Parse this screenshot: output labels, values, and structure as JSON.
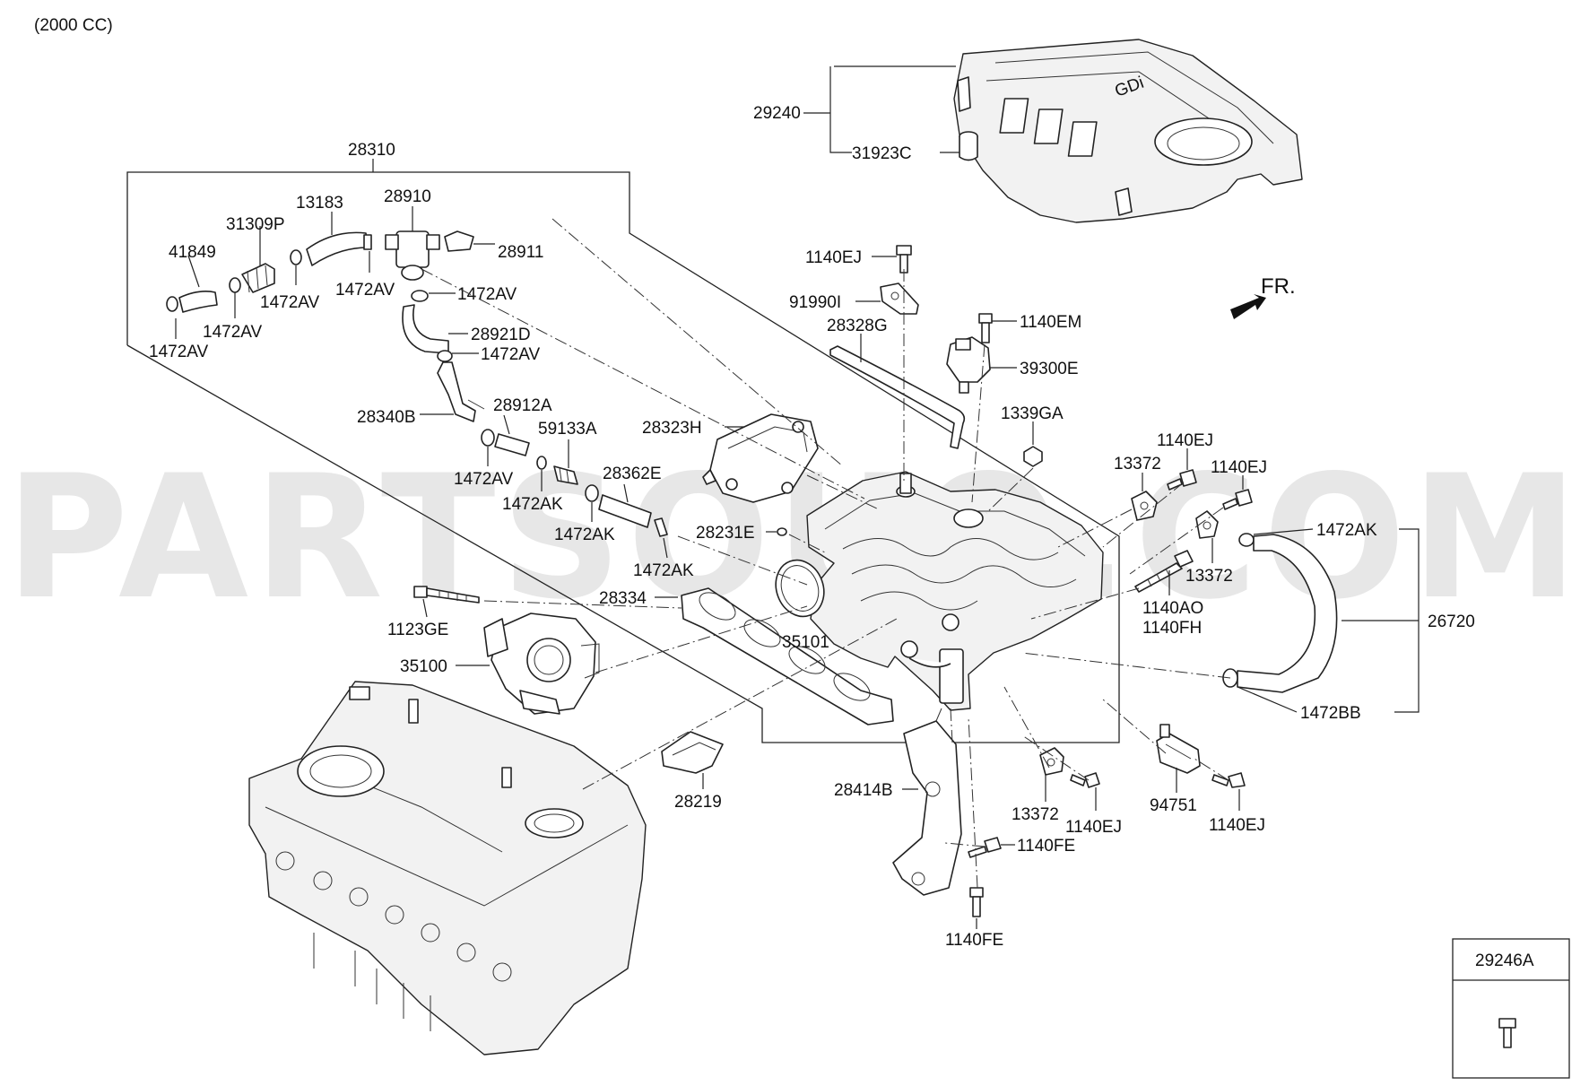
{
  "header": {
    "engine_label": "(2000 CC)"
  },
  "watermark": {
    "text": "PARTSOUQ.COM"
  },
  "direction": {
    "label": "FR."
  },
  "inset": {
    "part_no": "29246A"
  },
  "labels": {
    "l28310": "28310",
    "l29240": "29240",
    "l31923C": "31923C",
    "l13183": "13183",
    "l28910": "28910",
    "l31309P": "31309P",
    "l28911": "28911",
    "l41849": "41849",
    "l1472AV_a": "1472AV",
    "l1472AV_b": "1472AV",
    "l1472AV_c": "1472AV",
    "l1472AV_d": "1472AV",
    "l1472AV_e": "1472AV",
    "l1472AV_f": "1472AV",
    "l1472AV_g": "1472AV",
    "l28921D": "28921D",
    "l1140EJ_a": "1140EJ",
    "l91990I": "91990I",
    "l28328G": "28328G",
    "l1140EM": "1140EM",
    "l39300E": "39300E",
    "l28340B": "28340B",
    "l28912A": "28912A",
    "l59133A": "59133A",
    "l28323H": "28323H",
    "l1339GA": "1339GA",
    "l1140EJ_b": "1140EJ",
    "l13372_a": "13372",
    "l1140EJ_c": "1140EJ",
    "l28362E": "28362E",
    "l1472AK_a": "1472AK",
    "l1472AK_b": "1472AK",
    "l28231E": "28231E",
    "l1472AK_c": "1472AK",
    "l1472AK_d": "1472AK",
    "l13372_b": "13372",
    "l28334": "28334",
    "l1140AO": "1140AO",
    "l1140FH": "1140FH",
    "l26720": "26720",
    "l1123GE": "1123GE",
    "l35101": "35101",
    "l35100": "35100",
    "l1472BB": "1472BB",
    "l28219": "28219",
    "l28414B": "28414B",
    "l13372_c": "13372",
    "l94751": "94751",
    "l1140EJ_d": "1140EJ",
    "l1140EJ_e": "1140EJ",
    "l1140FE_a": "1140FE",
    "l1140FE_b": "1140FE"
  }
}
